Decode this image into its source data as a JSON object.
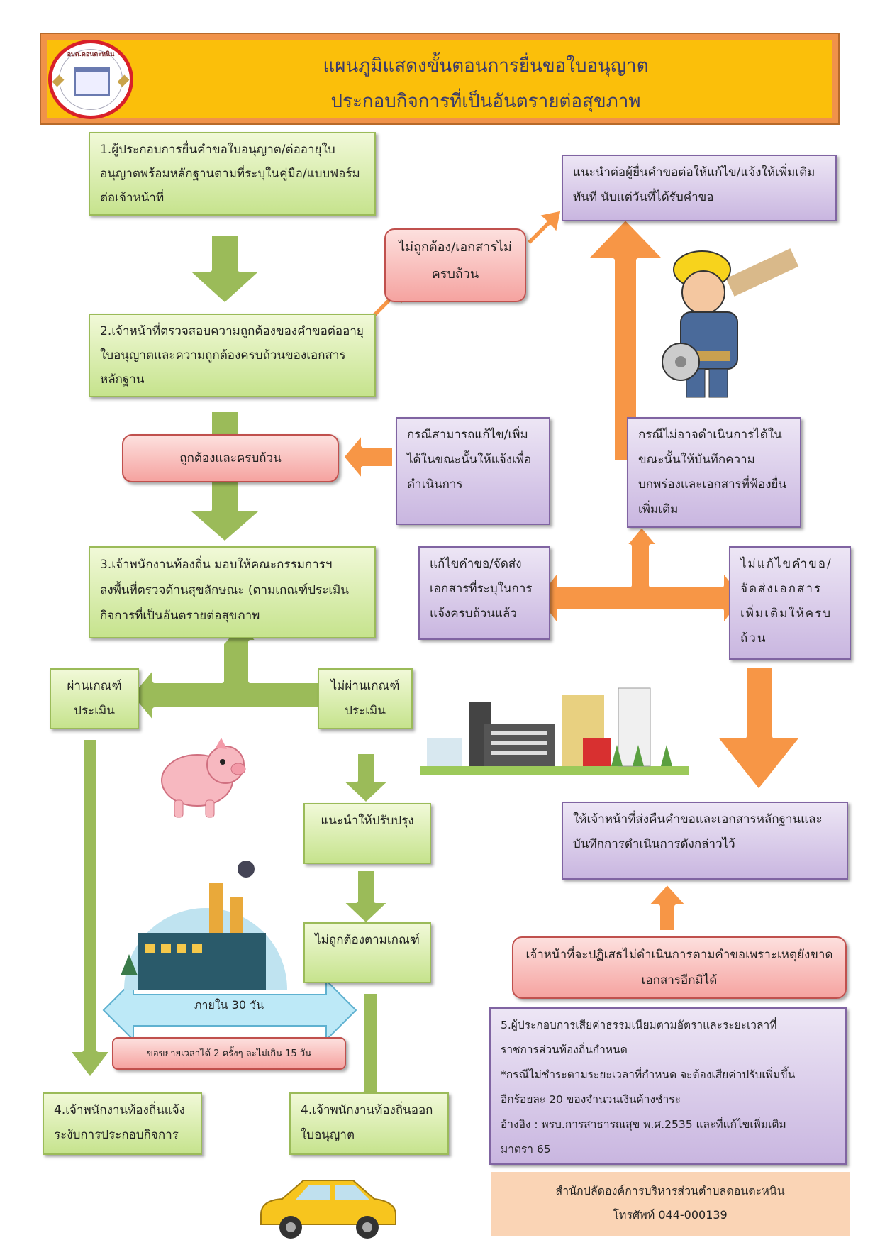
{
  "header": {
    "title_line1": "แผนภูมิแสดงขั้นตอนการยื่นขอใบอนุญาต",
    "title_line2": "ประกอบกิจการที่เป็นอันตรายต่อสุขภาพ",
    "logo": {
      "text": "อบต.ดอนตะหนิน",
      "icon": "organization-seal-icon"
    }
  },
  "colors": {
    "header_bg": "#fbbf0a",
    "header_border": "#f0924a",
    "green_box": "#c6e38d",
    "purple_box": "#c9b6e0",
    "red_box": "#f5a3a0",
    "orange_arrow": "#f79646",
    "green_arrow": "#9bbb59",
    "blue_arrow": "#bde9f7",
    "footer_bg": "#fad4b5"
  },
  "steps": {
    "step1": "1.ผู้ประกอบการยื่นคำขอใบอนุญาต/ต่ออายุใบอนุญาตพร้อมหลักฐานตามที่ระบุในคู่มือ/แบบฟอร์มต่อเจ้าหน้าที่",
    "step2": "2.เจ้าหน้าที่ตรวจสอบความถูกต้องของคำขอต่ออายุใบอนุญาตและความถูกต้องครบถ้วนของเอกสารหลักฐาน",
    "correct_complete": "ถูกต้องและครบถ้วน",
    "step3": "3.เจ้าพนักงานท้องถิ่น  มอบให้คณะกรรมการฯ ลงพื้นที่ตรวจด้านสุขลักษณะ  (ตามเกณฑ์ประเมินกิจการที่เป็นอันตรายต่อสุขภาพ",
    "pass": "ผ่านเกณฑ์ประเมิน",
    "fail": "ไม่ผ่านเกณฑ์ประเมิน",
    "advise_improve": "แนะนำให้ปรับปรุง",
    "not_compliant": "ไม่ถูกต้องตามเกณฑ์",
    "within_days": "ภายใน  30  วัน",
    "extension": "ขอขยายเวลาได้  2  ครั้งๆ  ละไม่เกิน  15  วัน",
    "step4_suspend": "4.เจ้าพนักงานท้องถิ่นแจ้งระงับการประกอบกิจการ",
    "step4_issue": "4.เจ้าพนักงานท้องถิ่นออกใบอนุญาต"
  },
  "branch": {
    "incorrect": "ไม่ถูกต้อง/เอกสารไม่ครบถ้วน",
    "advise_applicant": "แนะนำต่อผู้ยื่นคำขอต่อให้แก้ไข/แจ้งให้เพิ่มเติมทันที  นับแต่วันที่ได้รับคำขอ",
    "can_fix": "กรณีสามารถแก้ไข/เพิ่มได้ในขณะนั้นให้แจ้งเพื่อดำเนินการ",
    "cannot_fix": "กรณีไม่อาจดำเนินการได้ในขณะนั้นให้บันทึกความบกพร่องและเอกสารที่ฟ้องยื่นเพิ่มเติม",
    "fixed": "แก้ไขคำขอ/จัดส่งเอกสารที่ระบุในการแจ้งครบถ้วนแล้ว",
    "not_fixed": "ไม่แก้ไขคำขอ/จัดส่งเอกสารเพิ่มเติมให้ครบถ้วน",
    "return_docs": "ให้เจ้าหน้าที่ส่งคืนคำขอและเอกสารหลักฐานและบันทึกการดำเนินการดังกล่าวไว้",
    "refuse": "เจ้าหน้าที่จะปฏิเสธไม่ดำเนินการตามคำขอเพราะเหตุยังขาดเอกสารอีกมิได้"
  },
  "fee": {
    "line1": "5.ผู้ประกอบการเสียค่าธรรมเนียมตามอัตราและระยะเวลาที่",
    "line2": "ราชการส่วนท้องถิ่นกำหนด",
    "line3": "*กรณีไม่ชำระตามระยะเวลาที่กำหนด  จะต้องเสียค่าปรับเพิ่มขึ้น",
    "line4": "อีกร้อยละ  20  ของจำนวนเงินค้างชำระ",
    "line5": "อ้างอิง  :  พรบ.การสาธารณสุข  พ.ศ.2535  และที่แก้ไขเพิ่มเติม",
    "line6": "มาตรา  65"
  },
  "footer": {
    "office": "สำนักปลัดองค์การบริหารส่วนตำบลดอนตะหนิน",
    "phone": "โทรศัพท์  044-000139"
  },
  "illustrations": [
    "construction-worker",
    "pig",
    "factory",
    "city-buildings",
    "taxi-car"
  ]
}
